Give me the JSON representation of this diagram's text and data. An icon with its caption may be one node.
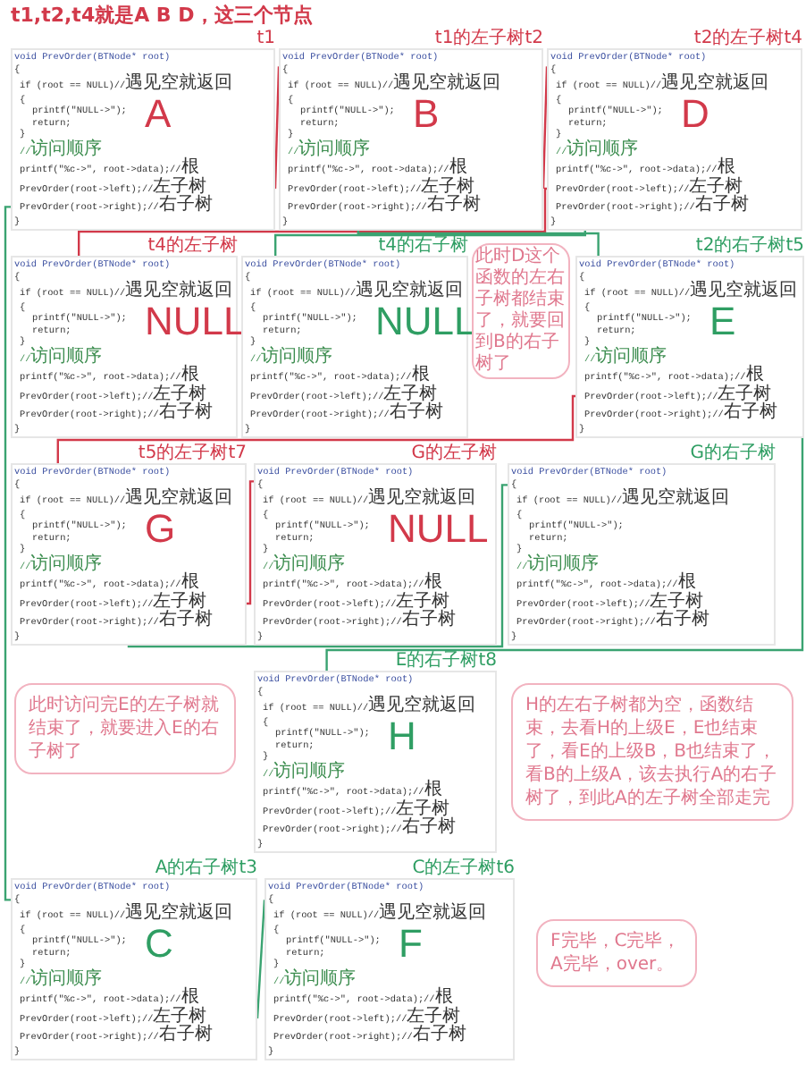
{
  "diagram": {
    "title": "t1,t2,t4就是A B D，这三个节点",
    "nodes": [
      {
        "text": [
          "void PrevOrder(BTNode* root)",
          "{",
          "if (root == NULL)//遇见空就返回",
          "{",
          "printf(\"NULL->\");",
          "return;",
          "}",
          "//访问顺序",
          "printf(\"%c->\", root->data);//根",
          "PrevOrder(root->left);//左子树",
          "PrevOrder(root->right);//右子树",
          "}",
          "A"
        ],
        "beside": [
          "t1"
        ]
      },
      {
        "text": [
          "void PrevOrder(BTNode* root)",
          "{",
          "if (root == NULL)//遇见空就返回",
          "{",
          "printf(\"NULL->\");",
          "return;",
          "}",
          "//访问顺序",
          "printf(\"%c->\", root->data);//根",
          "PrevOrder(root->left);//左子树",
          "PrevOrder(root->right);//右子树",
          "}",
          "B"
        ],
        "beside": [
          "t1的左子树t2"
        ]
      },
      {
        "text": [
          "void PrevOrder(BTNode* root)",
          "{",
          "if (root == NULL)//遇见空就返回",
          "{",
          "printf(\"NULL->\");",
          "return;",
          "}",
          "//访问顺序",
          "printf(\"%c->\", root->data);//根",
          "PrevOrder(root->left);//左子树",
          "PrevOrder(root->right);//右子树",
          "}",
          "D"
        ],
        "beside": [
          "t2的左子树t4"
        ]
      },
      {
        "text": [
          "void PrevOrder(BTNode* root)",
          "{",
          "if (root == NULL)//遇见空就返回",
          "{",
          "printf(\"NULL->\");",
          "return;",
          "}",
          "//访问顺序",
          "printf(\"%c->\", root->data);//根",
          "PrevOrder(root->left);//左子树",
          "PrevOrder(root->right);//右子树",
          "}",
          "NULL"
        ],
        "beside": [
          "t4的左子树"
        ]
      },
      {
        "text": [
          "void PrevOrder(BTNode* root)",
          "{",
          "if (root == NULL)//遇见空就返回",
          "{",
          "printf(\"NULL->\");",
          "return;",
          "}",
          "//访问顺序",
          "printf(\"%c->\", root->data);//根",
          "PrevOrder(root->left);//左子树",
          "PrevOrder(root->right);//右子树",
          "}",
          "NULL"
        ],
        "beside": [
          "t4的右子树"
        ]
      },
      {
        "text": [
          "void PrevOrder(BTNode* root)",
          "{",
          "if (root == NULL)//遇见空就返回",
          "{",
          "printf(\"NULL->\");",
          "return;",
          "}",
          "//访问顺序",
          "printf(\"%c->\", root->data);//根",
          "PrevOrder(root->left);//左子树",
          "PrevOrder(root->right);//右子树",
          "}",
          "E"
        ],
        "beside": [
          "t2的右子树t5"
        ]
      },
      {
        "text": [
          "void PrevOrder(BTNode* root)",
          "{",
          "if (root == NULL)//遇见空就返回",
          "{",
          "printf(\"NULL->\");",
          "return;",
          "}",
          "//访问顺序",
          "printf(\"%c->\", root->data);//根",
          "PrevOrder(root->left);//左子树",
          "PrevOrder(root->right);//右子树",
          "}",
          "G"
        ],
        "beside": [
          "t5的左子树t7"
        ]
      },
      {
        "text": [
          "void PrevOrder(BTNode* root)",
          "{",
          "if (root == NULL)//遇见空就返回",
          "{",
          "printf(\"NULL->\");",
          "return;",
          "}",
          "//访问顺序",
          "printf(\"%c->\", root->data);//根",
          "PrevOrder(root->left);//左子树",
          "PrevOrder(root->right);//右子树",
          "}",
          "NULL"
        ],
        "beside": [
          "G的左子树"
        ]
      },
      {
        "text": [
          "void PrevOrder(BTNode* root)",
          "{",
          "if (root == NULL)//遇见空就返回",
          "{",
          "printf(\"NULL->\");",
          "return;",
          "}",
          "//访问顺序",
          "printf(\"%c->\", root->data);//根",
          "PrevOrder(root->left);//左子树",
          "PrevOrder(root->right);//右子树",
          "}"
        ],
        "beside": [
          "G的右子树"
        ]
      },
      {
        "text": [
          "void PrevOrder(BTNode* root)",
          "{",
          "if (root == NULL)//遇见空就返回",
          "{",
          "printf(\"NULL->\");",
          "return;",
          "}",
          "//访问顺序",
          "printf(\"%c->\", root->data);//根",
          "PrevOrder(root->left);//左子树",
          "PrevOrder(root->right);//右子树",
          "}",
          "H"
        ],
        "beside": [
          "E的右子树t8"
        ]
      },
      {
        "text": [
          "void PrevOrder(BTNode* root)",
          "{",
          "if (root == NULL)//遇见空就返回",
          "{",
          "printf(\"NULL->\");",
          "return;",
          "}",
          "//访问顺序",
          "printf(\"%c->\", root->data);//根",
          "PrevOrder(root->left);//左子树",
          "PrevOrder(root->right);//右子树",
          "}",
          "C"
        ],
        "beside": [
          "A的右子树t3"
        ]
      },
      {
        "text": [
          "void PrevOrder(BTNode* root)",
          "{",
          "if (root == NULL)//遇见空就返回",
          "{",
          "printf(\"NULL->\");",
          "return;",
          "}",
          "//访问顺序",
          "printf(\"%c->\", root->data);//根",
          "PrevOrder(root->left);//左子树",
          "PrevOrder(root->right);//右子树",
          "}",
          "F"
        ],
        "beside": [
          "C的左子树t6"
        ]
      },
      {
        "text": [
          "此时D这个函数的左右子树都结束了，就要回到B的右子树了"
        ]
      },
      {
        "text": [
          "此时访问完E的左子树就结束了，就要进入E的右子树了"
        ]
      },
      {
        "text": [
          "H的左右子树都为空，函数结束，去看H的上级E，E也结束了，看E的上级B，B也结束了，看B的上级A，该去执行A的右子树了，到此A的左子树全部走完"
        ]
      },
      {
        "text": [
          "F完毕，C完毕，A完毕，over。"
        ]
      }
    ],
    "edges": [
      {
        "from": 0,
        "to": 1,
        "arrow": "none",
        "color": "#d2394a"
      },
      {
        "from": 1,
        "to": 2,
        "arrow": "none",
        "color": "#d2394a"
      },
      {
        "from": 2,
        "to": 3,
        "arrow": "none",
        "color": "#d2394a"
      },
      {
        "from": 2,
        "to": 4,
        "arrow": "none",
        "color": "#3aa371"
      },
      {
        "from": 1,
        "to": 5,
        "arrow": "none",
        "color": "#3aa371"
      },
      {
        "from": 5,
        "to": 6,
        "arrow": "none",
        "color": "#d2394a"
      },
      {
        "from": 6,
        "to": 7,
        "arrow": "none",
        "color": "#d2394a"
      },
      {
        "from": 6,
        "to": 8,
        "arrow": "none",
        "color": "#3aa371"
      },
      {
        "from": 5,
        "to": 9,
        "arrow": "none",
        "color": "#3aa371"
      },
      {
        "from": 0,
        "to": 10,
        "arrow": "none",
        "color": "#3aa371"
      },
      {
        "from": 10,
        "to": 11,
        "arrow": "none",
        "color": "#3aa371"
      }
    ]
  }
}
